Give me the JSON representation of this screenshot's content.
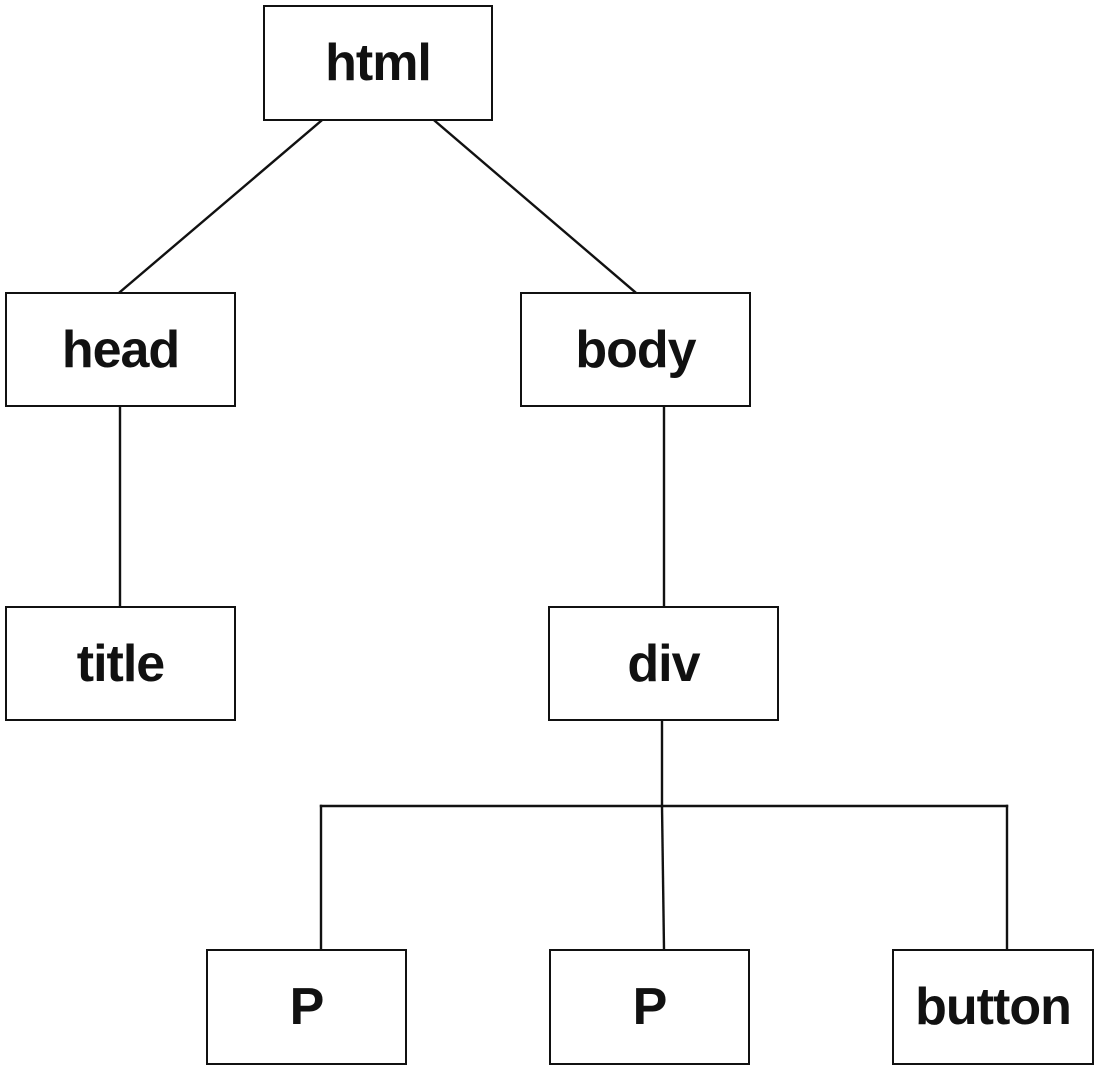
{
  "nodes": {
    "html": "html",
    "head": "head",
    "body": "body",
    "title": "title",
    "div": "div",
    "p1": "P",
    "p2": "P",
    "button": "button"
  },
  "edges": [
    [
      "html",
      "head"
    ],
    [
      "html",
      "body"
    ],
    [
      "head",
      "title"
    ],
    [
      "body",
      "div"
    ],
    [
      "div",
      "p1"
    ],
    [
      "div",
      "p2"
    ],
    [
      "div",
      "button"
    ]
  ],
  "colors": {
    "stroke": "#111111",
    "background": "#ffffff"
  }
}
